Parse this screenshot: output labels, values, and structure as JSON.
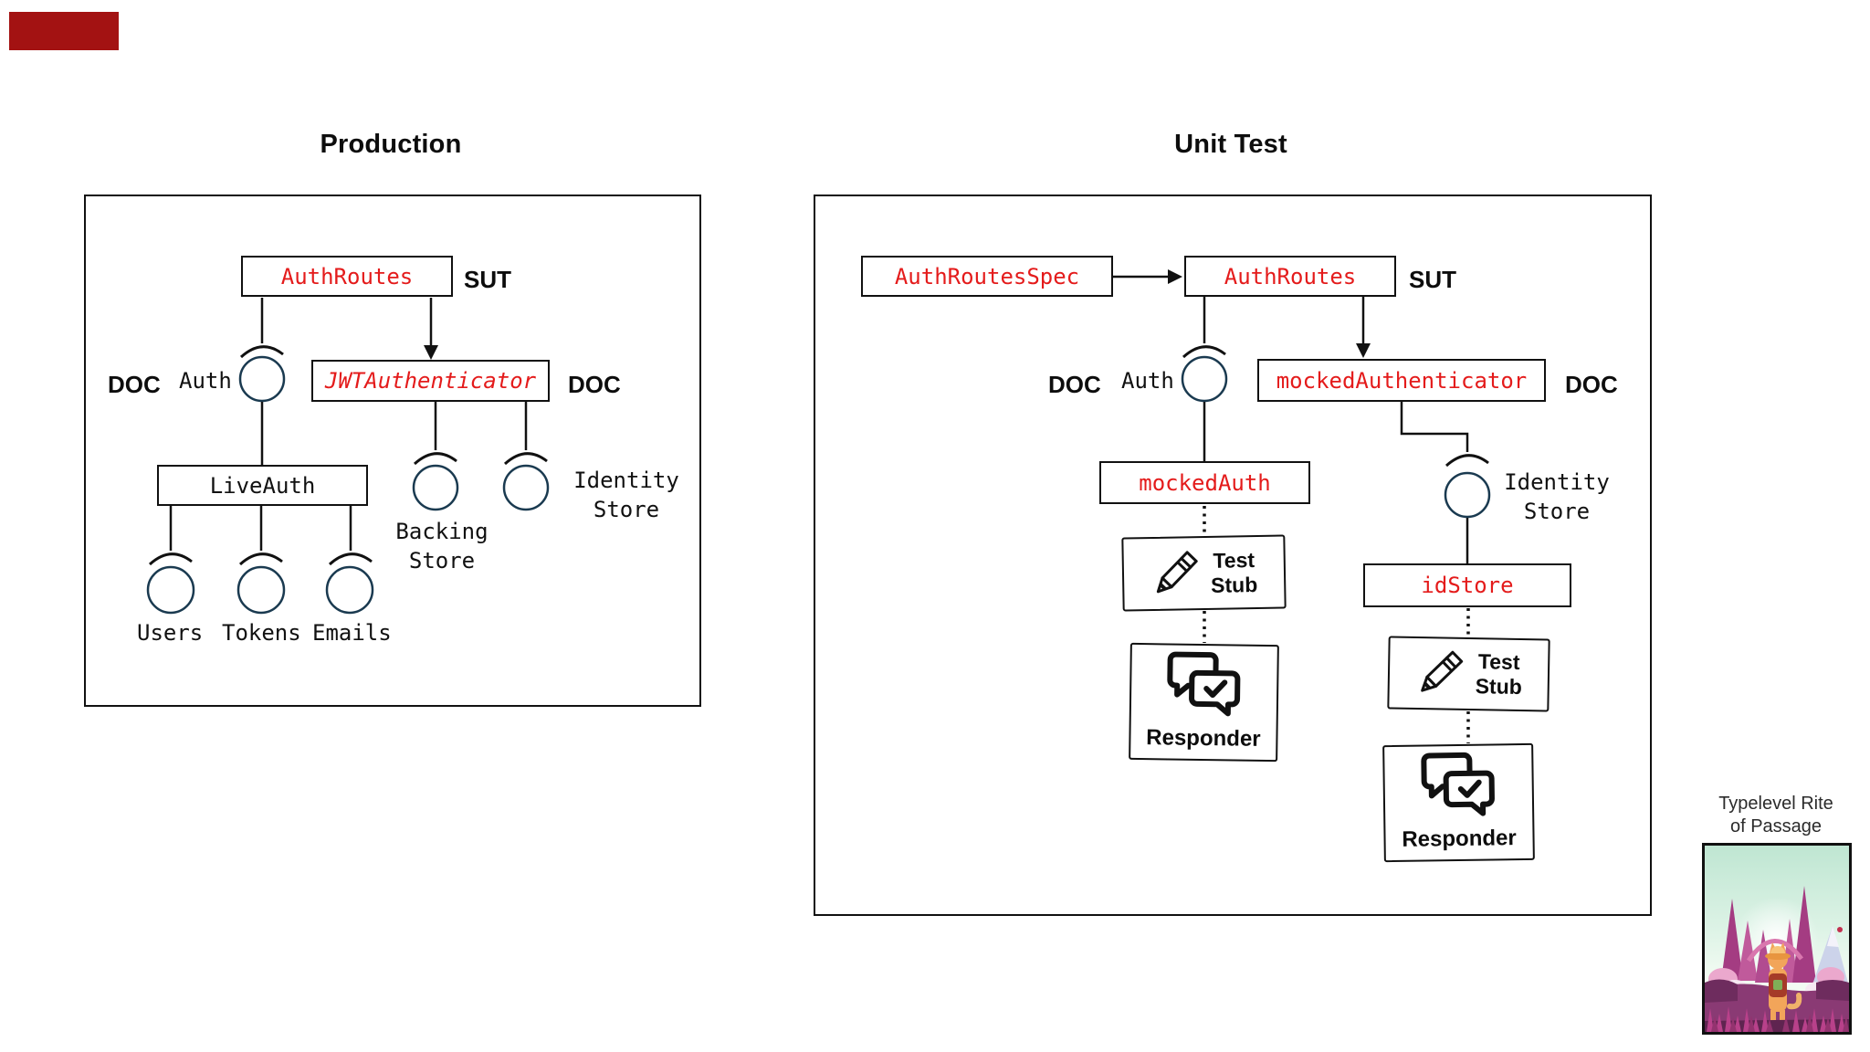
{
  "slide": {
    "production": {
      "title": "Production",
      "auth_routes": "AuthRoutes",
      "sut": "SUT",
      "doc_left": "DOC",
      "auth": "Auth",
      "jwt_authenticator": "JWTAuthenticator",
      "doc_right": "DOC",
      "live_auth": "LiveAuth",
      "backing_line1": "Backing",
      "backing_line2": "Store",
      "identity_line1": "Identity",
      "identity_line2": "Store",
      "users": "Users",
      "tokens": "Tokens",
      "emails": "Emails"
    },
    "unit_test": {
      "title": "Unit Test",
      "auth_routes_spec": "AuthRoutesSpec",
      "auth_routes": "AuthRoutes",
      "sut": "SUT",
      "doc_left": "DOC",
      "auth": "Auth",
      "mocked_authenticator": "mockedAuthenticator",
      "doc_right": "DOC",
      "mocked_auth": "mockedAuth",
      "identity_line1": "Identity",
      "identity_line2": "Store",
      "id_store": "idStore",
      "test_stub_left_line1": "Test",
      "test_stub_left_line2": "Stub",
      "test_stub_right_line1": "Test",
      "test_stub_right_line2": "Stub",
      "responder_left": "Responder",
      "responder_right": "Responder"
    },
    "ad": {
      "caption_line1": "Typelevel Rite",
      "caption_line2": "of Passage"
    }
  },
  "colors": {
    "red_text": "#e41b1b",
    "accent_rect": "#a31212",
    "line": "#111111",
    "circle_stroke": "#1a3a50",
    "caption": "#2b2b2b"
  }
}
